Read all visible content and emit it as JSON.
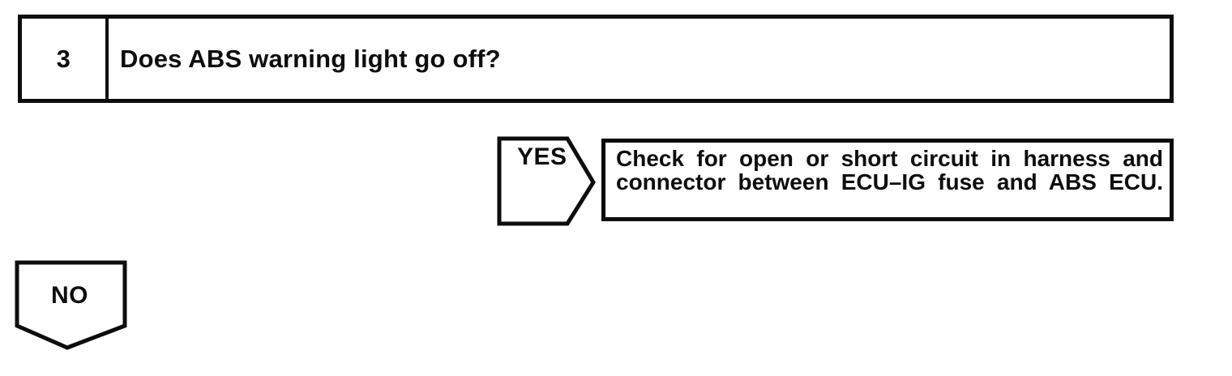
{
  "colors": {
    "ink": "#0d0d0d",
    "background": "#ffffff"
  },
  "flowchart": {
    "step_box": {
      "number": "3",
      "question": "Does ABS warning light go off?"
    },
    "yes_branch": {
      "label": "YES",
      "action_line1": "Check for open or short circuit in harness and",
      "action_line2": "connector between ECU–IG fuse and ABS ECU."
    },
    "no_branch": {
      "label": "NO"
    }
  }
}
